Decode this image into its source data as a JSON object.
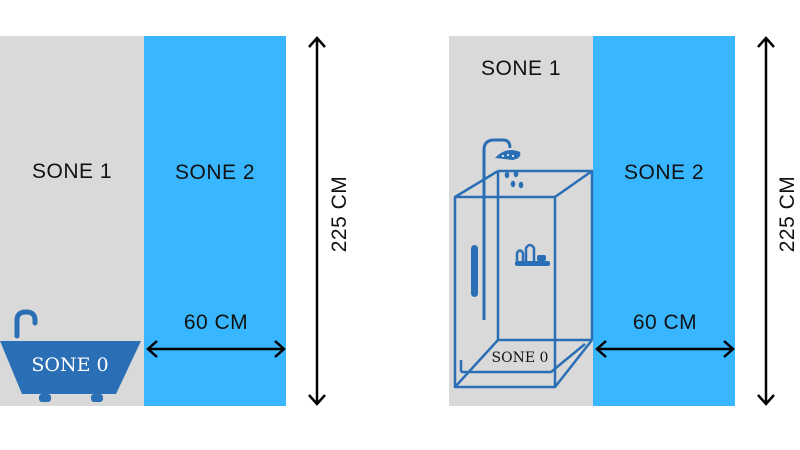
{
  "colors": {
    "zone1": "#d9d9d9",
    "zone2": "#38b6ff",
    "fixture": "#2a6fb5",
    "arrow": "#000000",
    "text": "#111111"
  },
  "left": {
    "zone1_label": "SONE 1",
    "zone2_label": "SONE 2",
    "width_label": "60 CM",
    "height_label": "225 CM",
    "bathtub_label": "SONE 0",
    "fixture_icon": "bathtub-icon"
  },
  "right": {
    "zone1_label": "SONE 1",
    "zone2_label": "SONE 2",
    "width_label": "60 CM",
    "height_label": "225 CM",
    "shower_label": "SONE 0",
    "fixture_icon": "shower-cabin-icon"
  }
}
